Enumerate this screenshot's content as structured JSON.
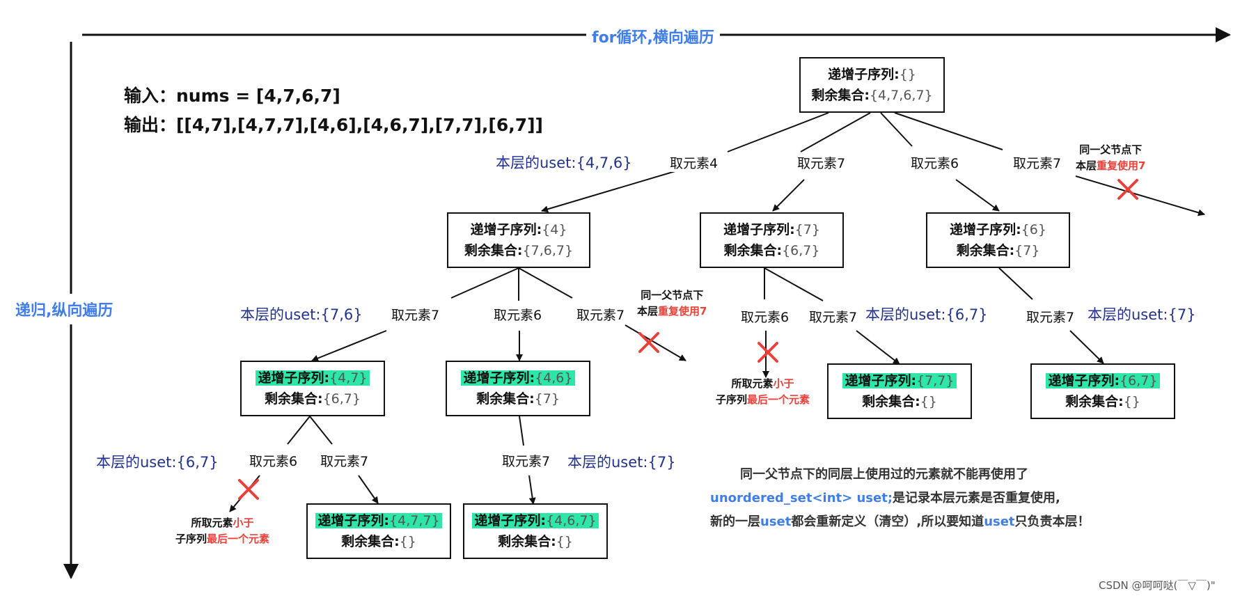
{
  "axes": {
    "horizontal_label": "for循环,横向遍历",
    "vertical_label": "递归,纵向遍历"
  },
  "io": {
    "input": "输入：nums = [4,7,6,7]",
    "output": "输出：[[4,7],[4,7,7],[4,6],[4,6,7],[7,7],[6,7]]"
  },
  "labels": {
    "seq": "递增子序列:",
    "rest": "剩余集合:"
  },
  "nodes": {
    "root": {
      "seq": "{}",
      "rest": "{4,7,6,7}"
    },
    "n4": {
      "seq": "{4}",
      "rest": "{7,6,7}"
    },
    "n7": {
      "seq": "{7}",
      "rest": "{6,7}"
    },
    "n6": {
      "seq": "{6}",
      "rest": "{7}"
    },
    "n47": {
      "seq": "{4,7}",
      "rest": "{6,7}"
    },
    "n46": {
      "seq": "{4,6}",
      "rest": "{7}"
    },
    "n77": {
      "seq": "{7,7}",
      "rest": "{}"
    },
    "n67": {
      "seq": "{6,7}",
      "rest": "{}"
    },
    "n477": {
      "seq": "{4,7,7}",
      "rest": "{}"
    },
    "n467": {
      "seq": "{4,6,7}",
      "rest": "{}"
    }
  },
  "takes": {
    "t_root_4": "取元素4",
    "t_root_7a": "取元素7",
    "t_root_6": "取元素6",
    "t_root_7b": "取元素7",
    "t_n4_7a": "取元素7",
    "t_n4_6": "取元素6",
    "t_n4_7b": "取元素7",
    "t_n7_6": "取元素6",
    "t_n7_7": "取元素7",
    "t_n6_7": "取元素7",
    "t_n47_6": "取元素6",
    "t_n47_7": "取元素7",
    "t_n46_7": "取元素7"
  },
  "usets": {
    "u_root": "本层的uset:{4,7,6}",
    "u_n4": "本层的uset:{7,6}",
    "u_n7": "本层的uset:{6,7}",
    "u_n6": "本层的uset:{7}",
    "u_n47": "本层的uset:{6,7}",
    "u_n46": "本层的uset:{7}"
  },
  "notes": {
    "dup_line1": "同一父节点下",
    "dup_pre": "本层",
    "dup_red": "重复使用7",
    "small_pre": "所取元素",
    "small_red": "小于",
    "small_line2_pre": "子序列",
    "small_line2_red": "最后一个元素"
  },
  "bottom_note": {
    "line1": "同一父节点下的同层上使用过的元素就不能再使用了",
    "line2_blue": "unordered_set<int> uset;",
    "line2_rest": "是记录本层元素是否重复使用,",
    "line3_a": "新的一层",
    "line3_b": "uset",
    "line3_c": "都会重新定义（清空）,所以要知道",
    "line3_d": "uset",
    "line3_e": "只负责本层！"
  },
  "footer": "CSDN @呵呵哒(￣▽￣)\"",
  "colors": {
    "highlight": "#2ee6a8",
    "red": "#e8413a",
    "blue": "#3f7ee8",
    "uset_text": "#22318c"
  }
}
